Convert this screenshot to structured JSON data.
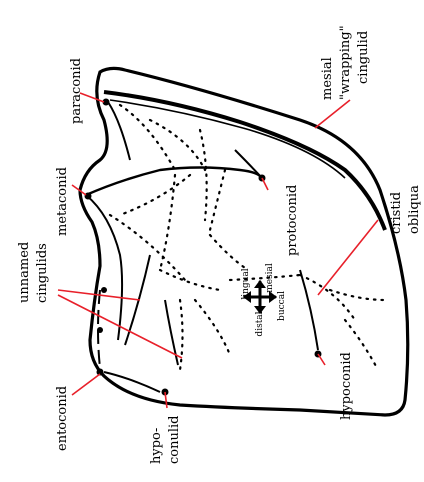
{
  "labels": {
    "paraconid": "paraconid",
    "metaconid": "metaconid",
    "unnamed_cingulids_line1": "unnamed",
    "unnamed_cingulids_line2": "cingulids",
    "entoconid": "entoconid",
    "hypoconulid_line1": "hypo-",
    "hypoconulid_line2": "conulid",
    "protoconid": "protoconid",
    "hypoconid": "hypoconid",
    "mesial_wrapping_line1": "mesial",
    "mesial_wrapping_line2": "\"wrapping\"",
    "mesial_wrapping_line3": "cingulid",
    "cristid_line1": "cristid",
    "cristid_line2": "obliqua"
  },
  "compass": {
    "mesial": "mesial",
    "lingual": "lingual",
    "buccal": "buccal",
    "distal": "distal"
  },
  "colors": {
    "outline": "#000000",
    "leader": "#e8202a"
  }
}
